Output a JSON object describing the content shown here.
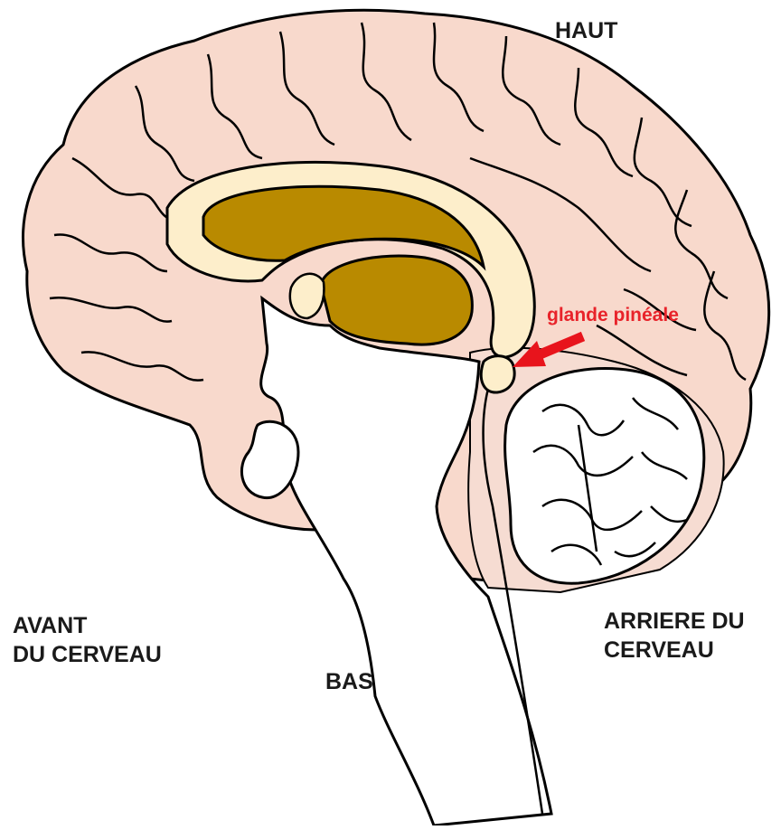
{
  "labels": {
    "top": "HAUT",
    "front_line1": "AVANT",
    "front_line2": "DU CERVEAU",
    "back_line1": "ARRIERE DU",
    "back_line2": "CERVEAU",
    "bottom": "BAS",
    "pineal": "glande pinéale"
  },
  "colors": {
    "cortex": "#f8d9cc",
    "inner_region": "#f6dcd2",
    "corpus_callosum": "#fdeecb",
    "ventricle": "#b98a00",
    "pineal_gland": "#fdeecb",
    "arrow": "#e8141c",
    "pineal_label": "#e8232a",
    "outline": "#000000"
  },
  "icons": {
    "pointer": "red-arrow-icon"
  }
}
